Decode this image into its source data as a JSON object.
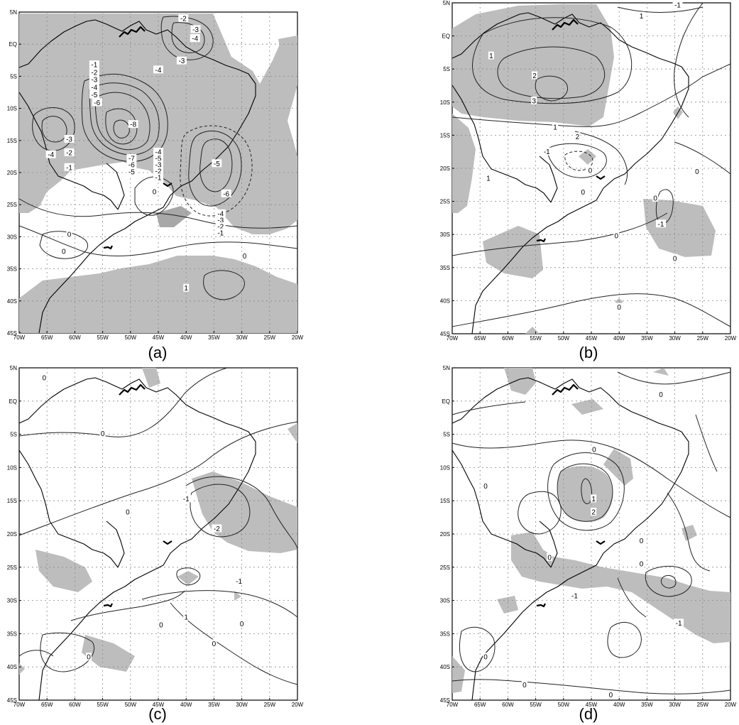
{
  "axes": {
    "lat_ticks": [
      "5N",
      "EQ",
      "5S",
      "10S",
      "15S",
      "20S",
      "25S",
      "30S",
      "35S",
      "40S",
      "45S"
    ],
    "lon_ticks": [
      "70W",
      "65W",
      "60W",
      "55W",
      "50W",
      "45W",
      "40W",
      "35W",
      "30W",
      "25W",
      "20W"
    ],
    "lat_range": [
      5,
      -45
    ],
    "lon_range": [
      -70,
      -20
    ]
  },
  "colors": {
    "shading": "#bdbdbd",
    "contour": "#222222",
    "frame": "#000000"
  },
  "panels": [
    {
      "caption": "(a)",
      "contour_labels": [
        {
          "text": "-2",
          "lon": -40.5,
          "lat": 4.0
        },
        {
          "text": "-3",
          "lon": -38.3,
          "lat": 2.3
        },
        {
          "text": "-4",
          "lon": -38.4,
          "lat": 0.9
        },
        {
          "text": "-4",
          "lon": -45.0,
          "lat": -4.0
        },
        {
          "text": "-3",
          "lon": -40.8,
          "lat": -2.6
        },
        {
          "text": "-1",
          "lon": -56.5,
          "lat": -3.2
        },
        {
          "text": "-2",
          "lon": -56.5,
          "lat": -4.4
        },
        {
          "text": "-3",
          "lon": -56.5,
          "lat": -5.5
        },
        {
          "text": "-4",
          "lon": -56.5,
          "lat": -6.7
        },
        {
          "text": "-5",
          "lon": -56.5,
          "lat": -7.9
        },
        {
          "text": "-6",
          "lon": -56.0,
          "lat": -9.1
        },
        {
          "text": "-8",
          "lon": -49.5,
          "lat": -12.5
        },
        {
          "text": "-3",
          "lon": -61.0,
          "lat": -14.8
        },
        {
          "text": "-4",
          "lon": -64.3,
          "lat": -17.2
        },
        {
          "text": "-2",
          "lon": -61.0,
          "lat": -16.9
        },
        {
          "text": "-1",
          "lon": -61.0,
          "lat": -19.2
        },
        {
          "text": "-7",
          "lon": -49.8,
          "lat": -17.8
        },
        {
          "text": "-6",
          "lon": -49.8,
          "lat": -18.8
        },
        {
          "text": "-5",
          "lon": -49.8,
          "lat": -19.9
        },
        {
          "text": "-4",
          "lon": -45.0,
          "lat": -16.8
        },
        {
          "text": "-5",
          "lon": -45.0,
          "lat": -17.8
        },
        {
          "text": "-3",
          "lon": -45.0,
          "lat": -18.8
        },
        {
          "text": "-2",
          "lon": -45.0,
          "lat": -19.8
        },
        {
          "text": "-1",
          "lon": -45.0,
          "lat": -20.8
        },
        {
          "text": "0",
          "lon": -45.7,
          "lat": -23.0
        },
        {
          "text": "-5",
          "lon": -34.5,
          "lat": -18.6
        },
        {
          "text": "-6",
          "lon": -32.8,
          "lat": -23.3
        },
        {
          "text": "-4",
          "lon": -33.8,
          "lat": -26.4
        },
        {
          "text": "-3",
          "lon": -33.8,
          "lat": -27.4
        },
        {
          "text": "-2",
          "lon": -33.8,
          "lat": -28.4
        },
        {
          "text": "-1",
          "lon": -33.8,
          "lat": -29.4
        },
        {
          "text": "0",
          "lon": -61.0,
          "lat": -29.6
        },
        {
          "text": "0",
          "lon": -62.0,
          "lat": -32.3
        },
        {
          "text": "0",
          "lon": -29.5,
          "lat": -33.0
        },
        {
          "text": "1",
          "lon": -40.0,
          "lat": -38.0
        }
      ]
    },
    {
      "caption": "(b)",
      "contour_labels": [
        {
          "text": "-1",
          "lon": -29.5,
          "lat": 4.7
        },
        {
          "text": "1",
          "lon": -36.0,
          "lat": 3.0
        },
        {
          "text": "1",
          "lon": -63.0,
          "lat": -3.0
        },
        {
          "text": "2",
          "lon": -55.2,
          "lat": -6.0
        },
        {
          "text": "3",
          "lon": -55.3,
          "lat": -9.8
        },
        {
          "text": "1",
          "lon": -51.5,
          "lat": -13.8
        },
        {
          "text": "2",
          "lon": -47.5,
          "lat": -15.2
        },
        {
          "text": "-1",
          "lon": -53.0,
          "lat": -17.5
        },
        {
          "text": "0",
          "lon": -45.2,
          "lat": -20.3
        },
        {
          "text": "0",
          "lon": -46.5,
          "lat": -23.6
        },
        {
          "text": "1",
          "lon": -63.5,
          "lat": -21.5
        },
        {
          "text": "0",
          "lon": -26.0,
          "lat": -20.5
        },
        {
          "text": "0",
          "lon": -33.5,
          "lat": -24.5
        },
        {
          "text": "-1",
          "lon": -32.5,
          "lat": -28.4
        },
        {
          "text": "0",
          "lon": -40.5,
          "lat": -30.2
        },
        {
          "text": "0",
          "lon": -30.0,
          "lat": -33.6
        },
        {
          "text": "0",
          "lon": -40.0,
          "lat": -41.0
        }
      ]
    },
    {
      "caption": "(c)",
      "contour_labels": [
        {
          "text": "0",
          "lon": -65.5,
          "lat": 3.5
        },
        {
          "text": "0",
          "lon": -55.0,
          "lat": -4.9
        },
        {
          "text": "-1",
          "lon": -40.0,
          "lat": -14.7
        },
        {
          "text": "0",
          "lon": -50.5,
          "lat": -16.7
        },
        {
          "text": "-2",
          "lon": -34.5,
          "lat": -19.2
        },
        {
          "text": "-1",
          "lon": -30.5,
          "lat": -27.1
        },
        {
          "text": "1",
          "lon": -40.0,
          "lat": -32.5
        },
        {
          "text": "0",
          "lon": -44.5,
          "lat": -33.7
        },
        {
          "text": "0",
          "lon": -30.0,
          "lat": -33.5
        },
        {
          "text": "0",
          "lon": -57.5,
          "lat": -38.5
        },
        {
          "text": "0",
          "lon": -35.0,
          "lat": -36.5
        }
      ]
    },
    {
      "caption": "(d)",
      "contour_labels": [
        {
          "text": "0",
          "lon": -32.5,
          "lat": 1.0
        },
        {
          "text": "0",
          "lon": -44.5,
          "lat": -7.3
        },
        {
          "text": "1",
          "lon": -44.6,
          "lat": -14.7
        },
        {
          "text": "2",
          "lon": -44.6,
          "lat": -16.7
        },
        {
          "text": "0",
          "lon": -64.0,
          "lat": -12.8
        },
        {
          "text": "0",
          "lon": -52.5,
          "lat": -23.5
        },
        {
          "text": "0",
          "lon": -36.0,
          "lat": -21.0
        },
        {
          "text": "0",
          "lon": -36.0,
          "lat": -24.5
        },
        {
          "text": "-1",
          "lon": -48.0,
          "lat": -29.3
        },
        {
          "text": "-1",
          "lon": -29.3,
          "lat": -33.4
        },
        {
          "text": "0",
          "lon": -64.0,
          "lat": -38.5
        },
        {
          "text": "0",
          "lon": -57.0,
          "lat": -42.7
        },
        {
          "text": "0",
          "lon": -41.5,
          "lat": -44.2
        }
      ]
    }
  ]
}
